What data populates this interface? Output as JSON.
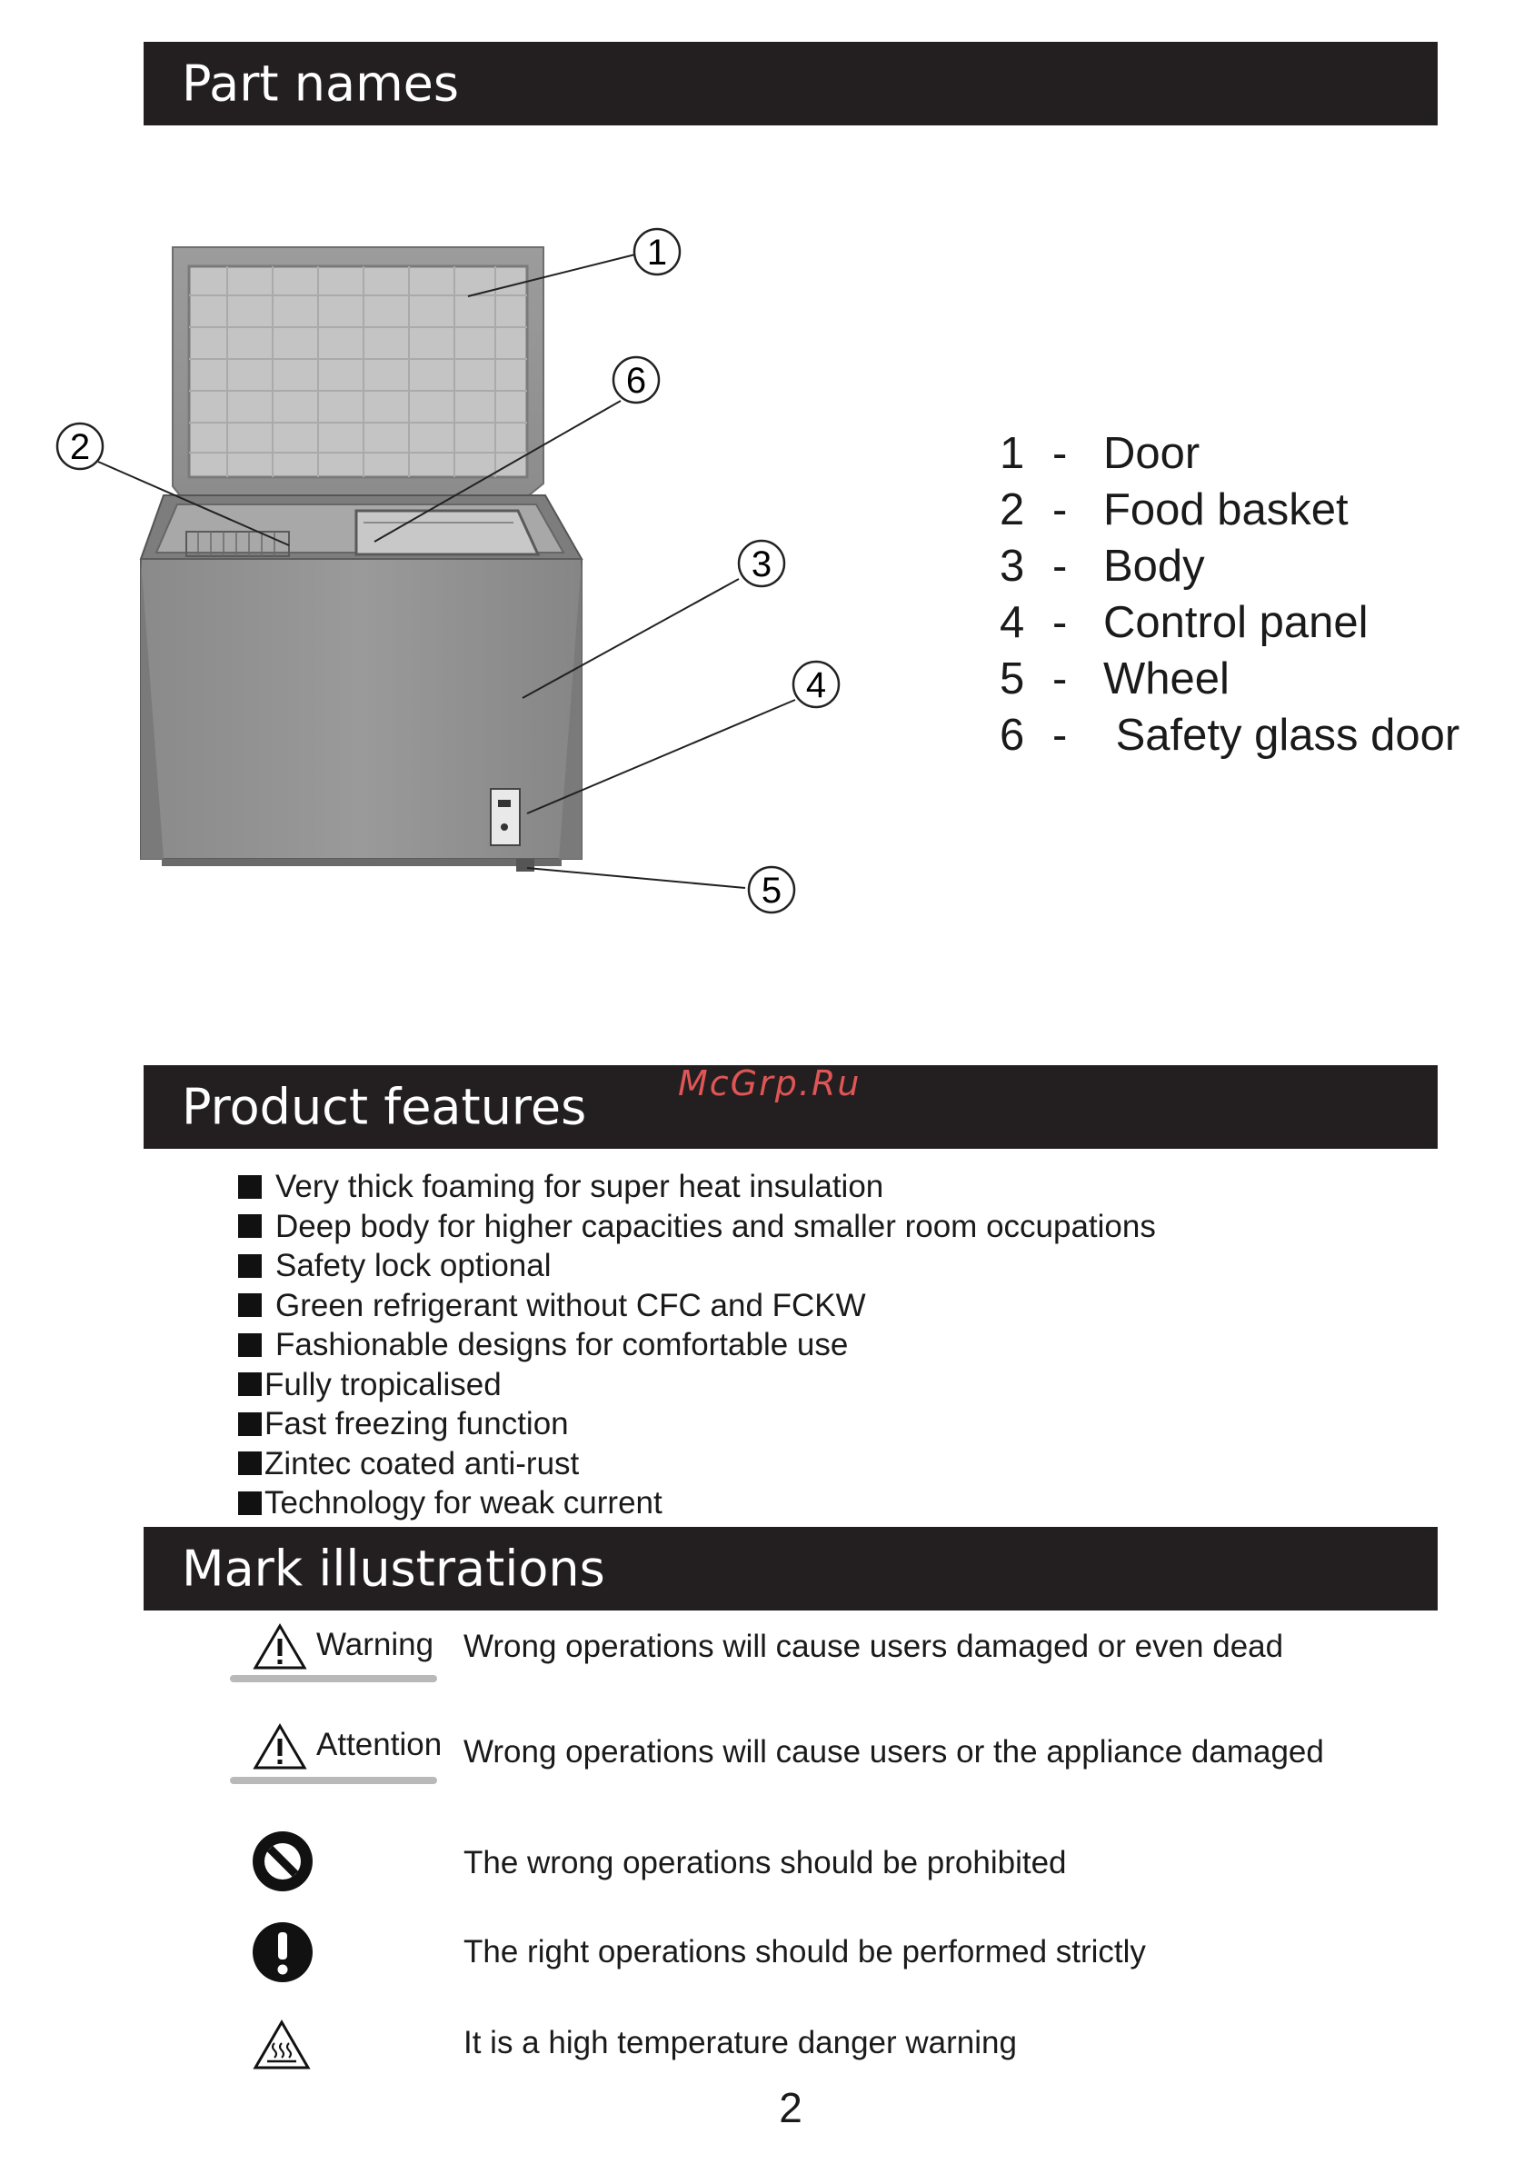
{
  "sections": {
    "part_names": "Part names",
    "product_features": "Product features",
    "mark_illustrations": "Mark illustrations"
  },
  "watermark": "McGrp.Ru",
  "diagram_callouts": [
    "1",
    "2",
    "3",
    "4",
    "5",
    "6"
  ],
  "parts": [
    {
      "num": "1",
      "sep": "-",
      "name": "Door"
    },
    {
      "num": "2",
      "sep": "-",
      "name": "Food basket"
    },
    {
      "num": "3",
      "sep": "-",
      "name": "Body"
    },
    {
      "num": "4",
      "sep": "-",
      "name": "Control panel"
    },
    {
      "num": "5",
      "sep": "-",
      "name": "Wheel"
    },
    {
      "num": "6",
      "sep": "-",
      "name": " Safety glass door"
    }
  ],
  "features": [
    "Very thick foaming for super heat insulation",
    "Deep body for higher capacities and smaller room occupations",
    "Safety lock optional",
    "Green refrigerant without CFC and FCKW",
    "Fashionable designs for comfortable use",
    "Fully tropicalised",
    "Fast freezing function",
    "Zintec coated anti-rust",
    "Technology for weak current"
  ],
  "marks": [
    {
      "icon": "warning-triangle-icon",
      "label": "Warning",
      "description": "Wrong operations will cause users damaged or even dead"
    },
    {
      "icon": "attention-triangle-icon",
      "label": "Attention",
      "description": "Wrong operations will cause users or the appliance damaged"
    },
    {
      "icon": "prohibited-icon",
      "label": "",
      "description": "The wrong operations should be prohibited"
    },
    {
      "icon": "mandatory-icon",
      "label": "",
      "description": "The right operations should be performed strictly"
    },
    {
      "icon": "hot-surface-icon",
      "label": "",
      "description": "It is a high temperature danger warning"
    }
  ],
  "page_number": "2"
}
